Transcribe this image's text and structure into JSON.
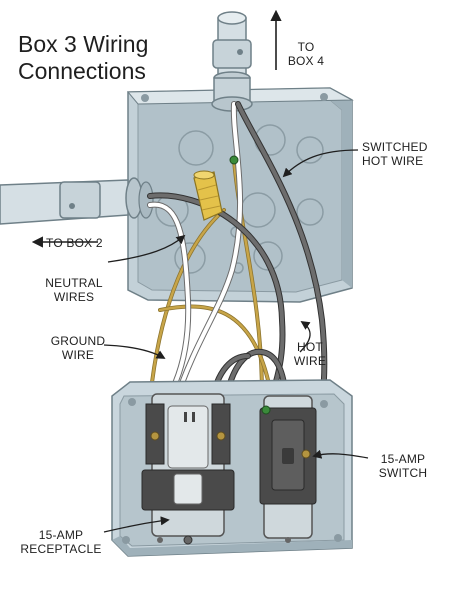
{
  "title": {
    "line1": "Box 3 Wiring",
    "line2": "Connections"
  },
  "labels": {
    "to_box_4": [
      "TO",
      "BOX 4"
    ],
    "switched_hot_wire": [
      "SWITCHED",
      "HOT WIRE"
    ],
    "to_box_2": "TO BOX 2",
    "neutral_wires": [
      "NEUTRAL",
      "WIRES"
    ],
    "ground_wire": [
      "GROUND",
      "WIRE"
    ],
    "hot_wire": [
      "HOT",
      "WIRE"
    ],
    "switch": [
      "15-AMP",
      "SWITCH"
    ],
    "receptacle": [
      "15-AMP",
      "RECEPTACLE"
    ]
  },
  "colors": {
    "box_metal": "#c9d6dd",
    "box_inner": "#b3c3cb",
    "conduit": "#d5dfe4",
    "ground_wire": "#c8a548",
    "hot_wire": "#5b5b5b",
    "neutral_wire": "#ffffff",
    "wire_nut": "#e4c24a",
    "device_body": "#4a4a4a"
  }
}
